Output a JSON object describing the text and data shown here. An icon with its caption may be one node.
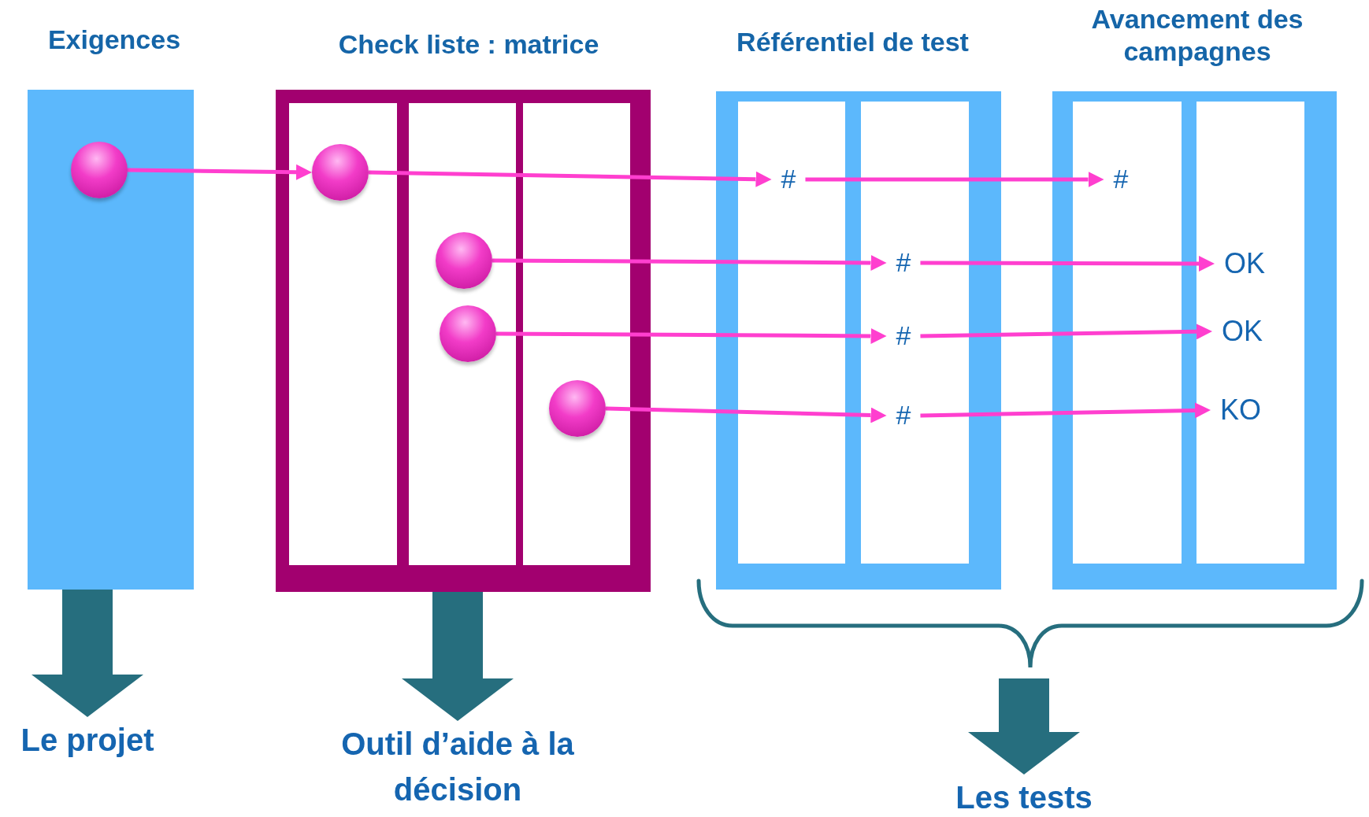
{
  "diagram": {
    "nodes": [
      {
        "text": [
          "Exigences"
        ]
      },
      {
        "text": [],
        "shape": "circle",
        "in": 0
      },
      {
        "text": [
          "Check liste : matrice"
        ]
      },
      {
        "text": [],
        "shape": "box",
        "in": 2
      },
      {
        "text": [],
        "shape": "box",
        "in": 2
      },
      {
        "text": [],
        "shape": "box",
        "in": 2
      },
      {
        "text": [],
        "shape": "circle",
        "in": 3
      },
      {
        "text": [],
        "shape": "circle",
        "in": 4
      },
      {
        "text": [],
        "shape": "circle",
        "in": 4
      },
      {
        "text": [],
        "shape": "circle",
        "in": 5
      },
      {
        "text": [
          "Référentiel de test"
        ]
      },
      {
        "text": [],
        "shape": "box",
        "in": 10
      },
      {
        "text": [],
        "shape": "box",
        "in": 10
      },
      {
        "text": [
          "#"
        ],
        "in": 11
      },
      {
        "text": [
          "#"
        ],
        "in": 12
      },
      {
        "text": [
          "#"
        ],
        "in": 12
      },
      {
        "text": [
          "#"
        ],
        "in": 12
      },
      {
        "text": [
          "Avancement des campagnes"
        ]
      },
      {
        "text": [],
        "shape": "box",
        "in": 17
      },
      {
        "text": [],
        "shape": "box",
        "in": 17
      },
      {
        "text": [
          "#"
        ],
        "in": 18
      },
      {
        "text": [
          "OK"
        ],
        "in": 19
      },
      {
        "text": [
          "OK"
        ],
        "in": 19
      },
      {
        "text": [
          "KO"
        ],
        "in": 19
      },
      {
        "text": [
          "Le projet"
        ]
      },
      {
        "text": [
          "Outil d’aide à la décision"
        ]
      },
      {
        "text": [
          "Les tests"
        ]
      }
    ],
    "edges": [
      {
        "from": 1,
        "to": 6,
        "arrow": "to"
      },
      {
        "from": 6,
        "to": 13,
        "arrow": "to"
      },
      {
        "from": 13,
        "to": 20,
        "arrow": "to"
      },
      {
        "from": 7,
        "to": 14,
        "arrow": "to"
      },
      {
        "from": 14,
        "to": 21,
        "arrow": "to"
      },
      {
        "from": 8,
        "to": 15,
        "arrow": "to"
      },
      {
        "from": 15,
        "to": 22,
        "arrow": "to"
      },
      {
        "from": 9,
        "to": 16,
        "arrow": "to"
      },
      {
        "from": 16,
        "to": 23,
        "arrow": "to"
      },
      {
        "from": 0,
        "to": 24,
        "arrow": "to",
        "style": "thick",
        "color": "#266e7e"
      },
      {
        "from": 2,
        "to": 25,
        "arrow": "to",
        "style": "thick",
        "color": "#266e7e"
      },
      {
        "from": null,
        "to": 26,
        "arrow": "to",
        "style": "thick",
        "color": "#266e7e"
      }
    ]
  }
}
